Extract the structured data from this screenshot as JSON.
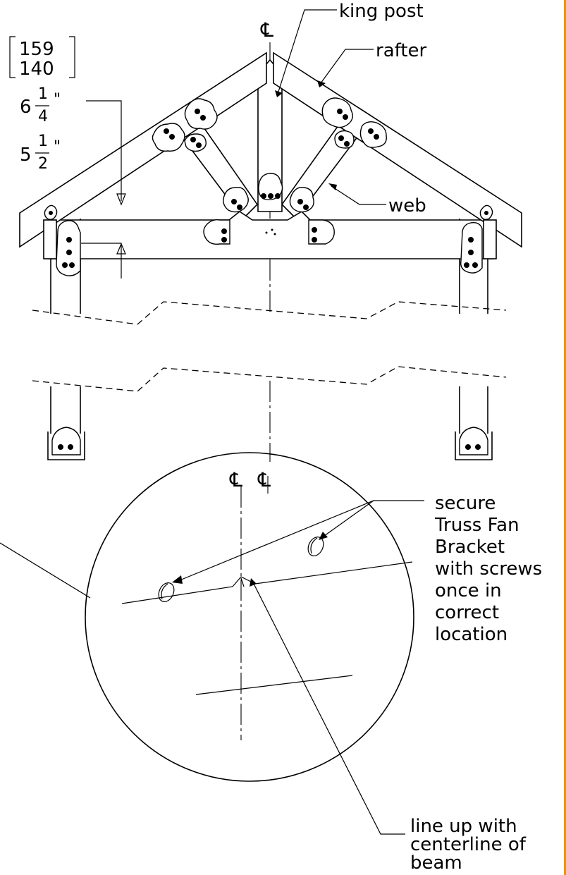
{
  "labels": {
    "centerline_symbol": "℄",
    "king_post": "king post",
    "rafter": "rafter",
    "web": "web",
    "secure_note": [
      "secure",
      "Truss Fan",
      "Bracket",
      "with screws",
      "once in",
      "correct",
      "location"
    ],
    "line_up_note": [
      "line up with",
      "centerline of",
      "beam"
    ]
  },
  "dimensions": {
    "bracket_top": "159",
    "bracket_bottom": "140",
    "inch_whole_1": "6",
    "inch_num_1": "1",
    "inch_den_1": "4",
    "inch_whole_2": "5",
    "inch_num_2": "1",
    "inch_den_2": "2",
    "inch_mark": "\""
  },
  "colors": {
    "accent_edge": "#f39200",
    "line": "#000000"
  }
}
